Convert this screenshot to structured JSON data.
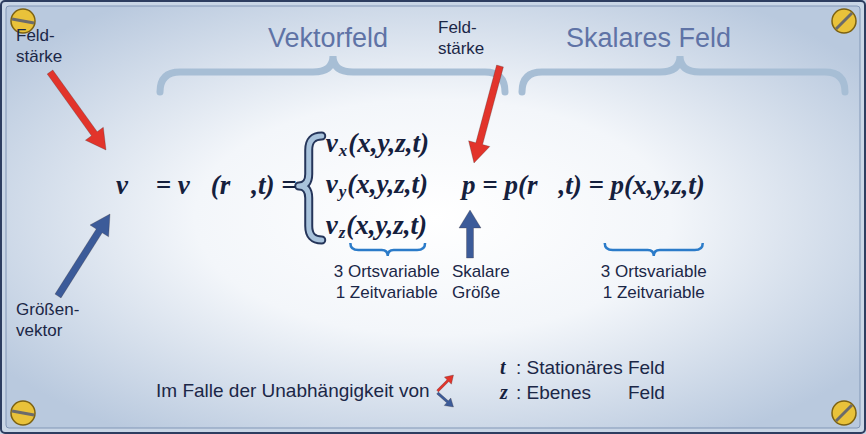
{
  "diagram": {
    "labels": [
      "Feld-",
      "stärke",
      "Vektorfeld",
      "Feld-",
      "stärke",
      "Skalares Feld",
      "v⃗ = v⃗(r⃗,t) =",
      "v",
      "x",
      "(x,y,z,t)",
      "v",
      "y",
      "(x,y,z,t)",
      "v",
      "z",
      "(x,y,z,t)",
      "p = p(r⃗,t) = p(x,y,z,t)",
      "3 Ortsvariable",
      "1 Zeitvariable",
      "Skalare",
      "Größe",
      "3 Ortsvariable",
      "1 Zeitvariable",
      "Größen-",
      "vektor",
      "Im Falle der Unabhängigkeit von",
      "t",
      ": Stationäres Feld",
      "z",
      ": Ebenes",
      "Feld"
    ]
  }
}
